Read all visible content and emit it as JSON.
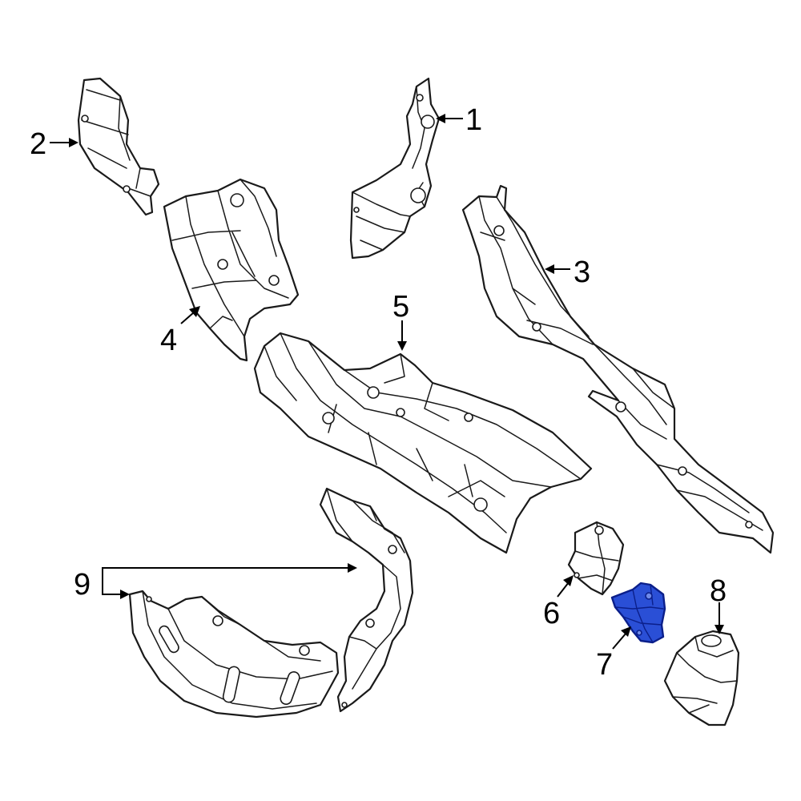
{
  "colors": {
    "line": "#1a1a1a",
    "background": "#ffffff",
    "highlight_fill": "#2a4fd6",
    "highlight_stroke": "#0b1f8a"
  },
  "callouts": [
    {
      "id": "1",
      "label": "1"
    },
    {
      "id": "2",
      "label": "2"
    },
    {
      "id": "3",
      "label": "3"
    },
    {
      "id": "4",
      "label": "4"
    },
    {
      "id": "5",
      "label": "5"
    },
    {
      "id": "6",
      "label": "6"
    },
    {
      "id": "7",
      "label": "7",
      "highlighted": true
    },
    {
      "id": "8",
      "label": "8"
    },
    {
      "id": "9",
      "label": "9"
    }
  ]
}
